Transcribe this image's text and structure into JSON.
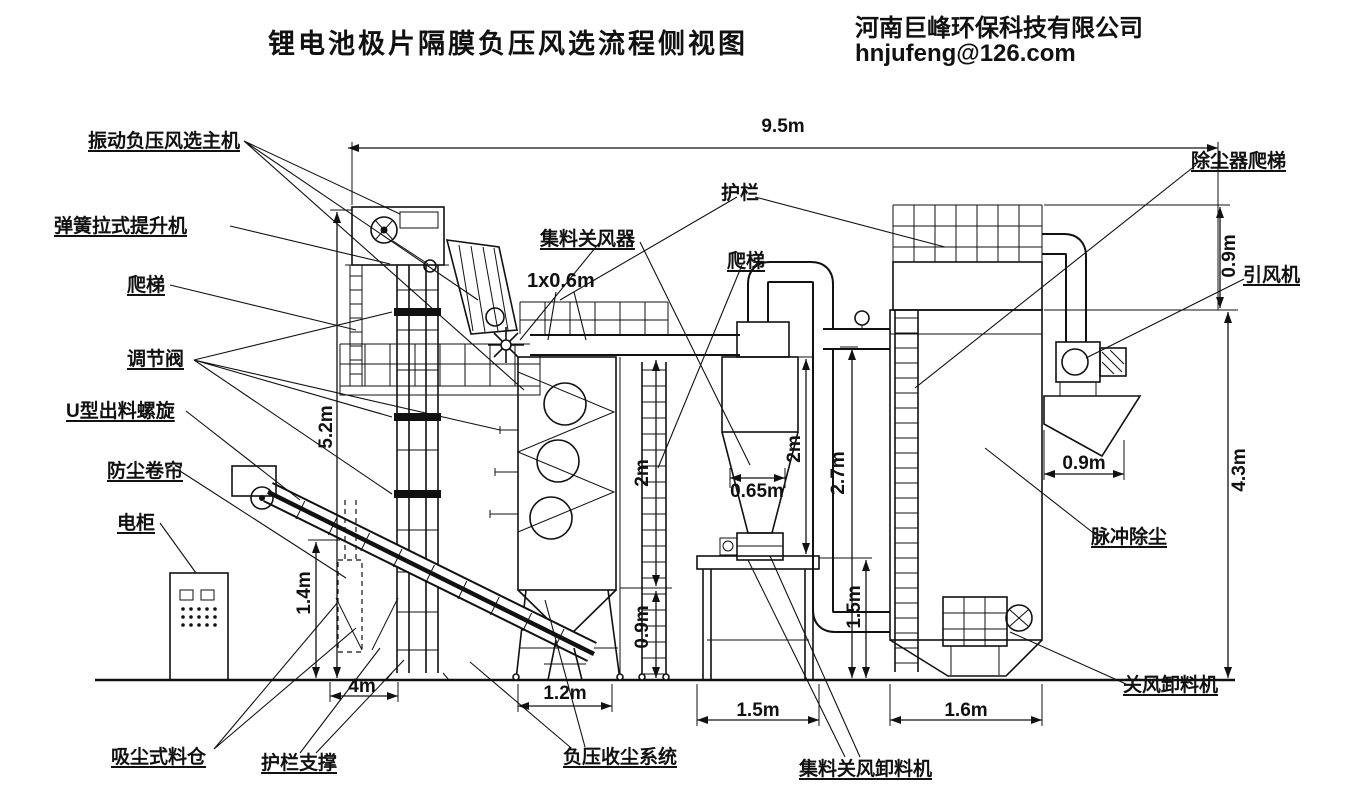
{
  "header": {
    "title": "锂电池极片隔膜负压风选流程侧视图",
    "company": "河南巨峰环保科技有限公司",
    "email": "hnjufeng@126.com"
  },
  "labels": {
    "vibration_main": "振动负压风选主机",
    "spring_elevator": "弹簧拉式提升机",
    "ladder_left": "爬梯",
    "regulating_valve": "调节阀",
    "u_screw": "U型出料螺旋",
    "dust_curtain": "防尘卷帘",
    "electric_cabinet": "电柜",
    "collecting_airlock": "集料关风器",
    "guardrail": "护栏",
    "ladder_mid": "爬梯",
    "platform_opening": "1x0.6m",
    "collector_ladder": "除尘器爬梯",
    "induced_fan": "引风机",
    "pulse_dedusting": "脉冲除尘",
    "airlock_discharger": "关风卸料机",
    "suction_hopper": "吸尘式料仓",
    "guardrail_support": "护栏支撑",
    "vacuum_dust_system": "负压收尘系统",
    "collecting_airlock_discharger": "集料关风卸料机"
  },
  "dimensions": {
    "overall_width": "9.5m",
    "guardrail_height": "0.9m",
    "elevator_height": "5.2m",
    "hopper_height": "1.4m",
    "left_span": "4m",
    "machine_width": "1.2m",
    "tower_upper": "2m",
    "tower_lower": "0.9m",
    "cyclone_cone_width": "0.65m",
    "cyclone_height": "2m",
    "duct_height": "2.7m",
    "stand_height": "1.5m",
    "stand_width": "1.5m",
    "collector_width": "1.6m",
    "fan_outlet_width": "0.9m",
    "collector_height": "4.3m"
  }
}
